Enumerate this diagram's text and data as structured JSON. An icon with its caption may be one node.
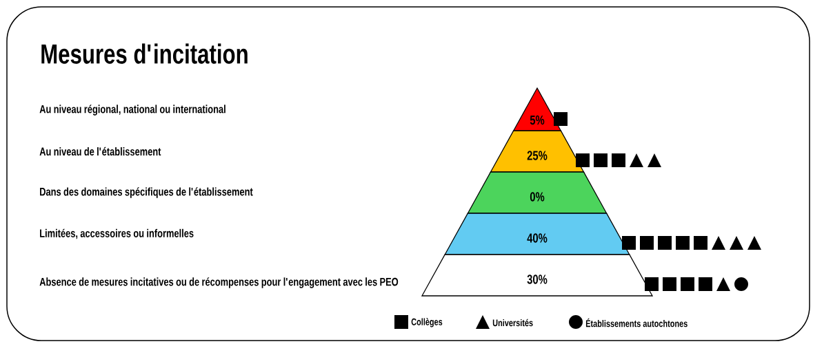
{
  "diagram": {
    "title": "Mesures d'incitation",
    "nodes": [
      {
        "text": [
          "5%"
        ]
      },
      {
        "text": [
          "25%"
        ]
      },
      {
        "text": [
          "0%"
        ]
      },
      {
        "text": [
          "40%"
        ]
      },
      {
        "text": [
          "30%"
        ]
      }
    ],
    "labels": [
      "Au niveau régional, national ou international",
      "Au niveau de l'établissement",
      "Dans des domaines spécifiques de l'établissement",
      "Limitées, accessoires ou informelles",
      "Absence de mesures incitatives ou de récompenses pour l'engagement avec les PEO"
    ],
    "legend": [
      {
        "text": "Collèges"
      },
      {
        "text": "Universités"
      },
      {
        "text": "Établissements autochtones"
      }
    ]
  }
}
